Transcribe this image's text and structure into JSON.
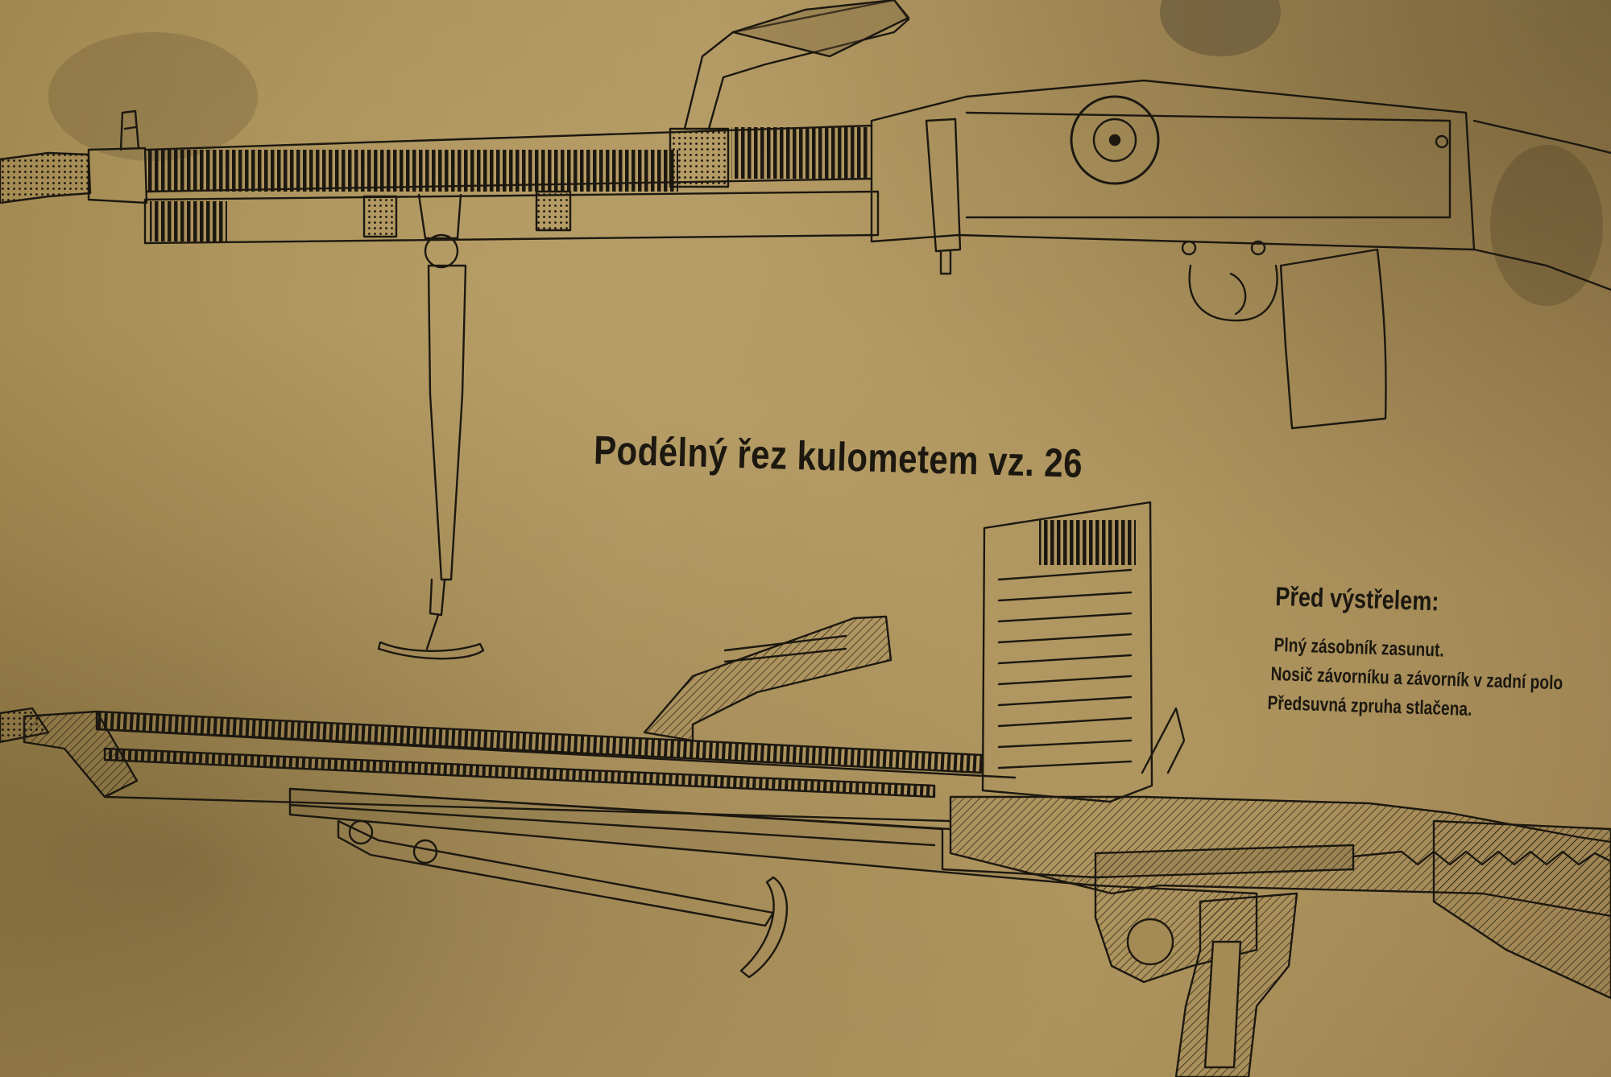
{
  "poster": {
    "title": "Podélný řez kulometem vz. 26",
    "notes_heading": "Před výstřelem:",
    "notes": [
      "Plný zásobník zasunut.",
      "Nosič závorníku a závorník v zadní polo",
      "Předsuvná zpruha stlačena."
    ]
  },
  "colors": {
    "paper": "#a48a54",
    "ink": "#1c1810",
    "section_fill": "#8a7446"
  }
}
